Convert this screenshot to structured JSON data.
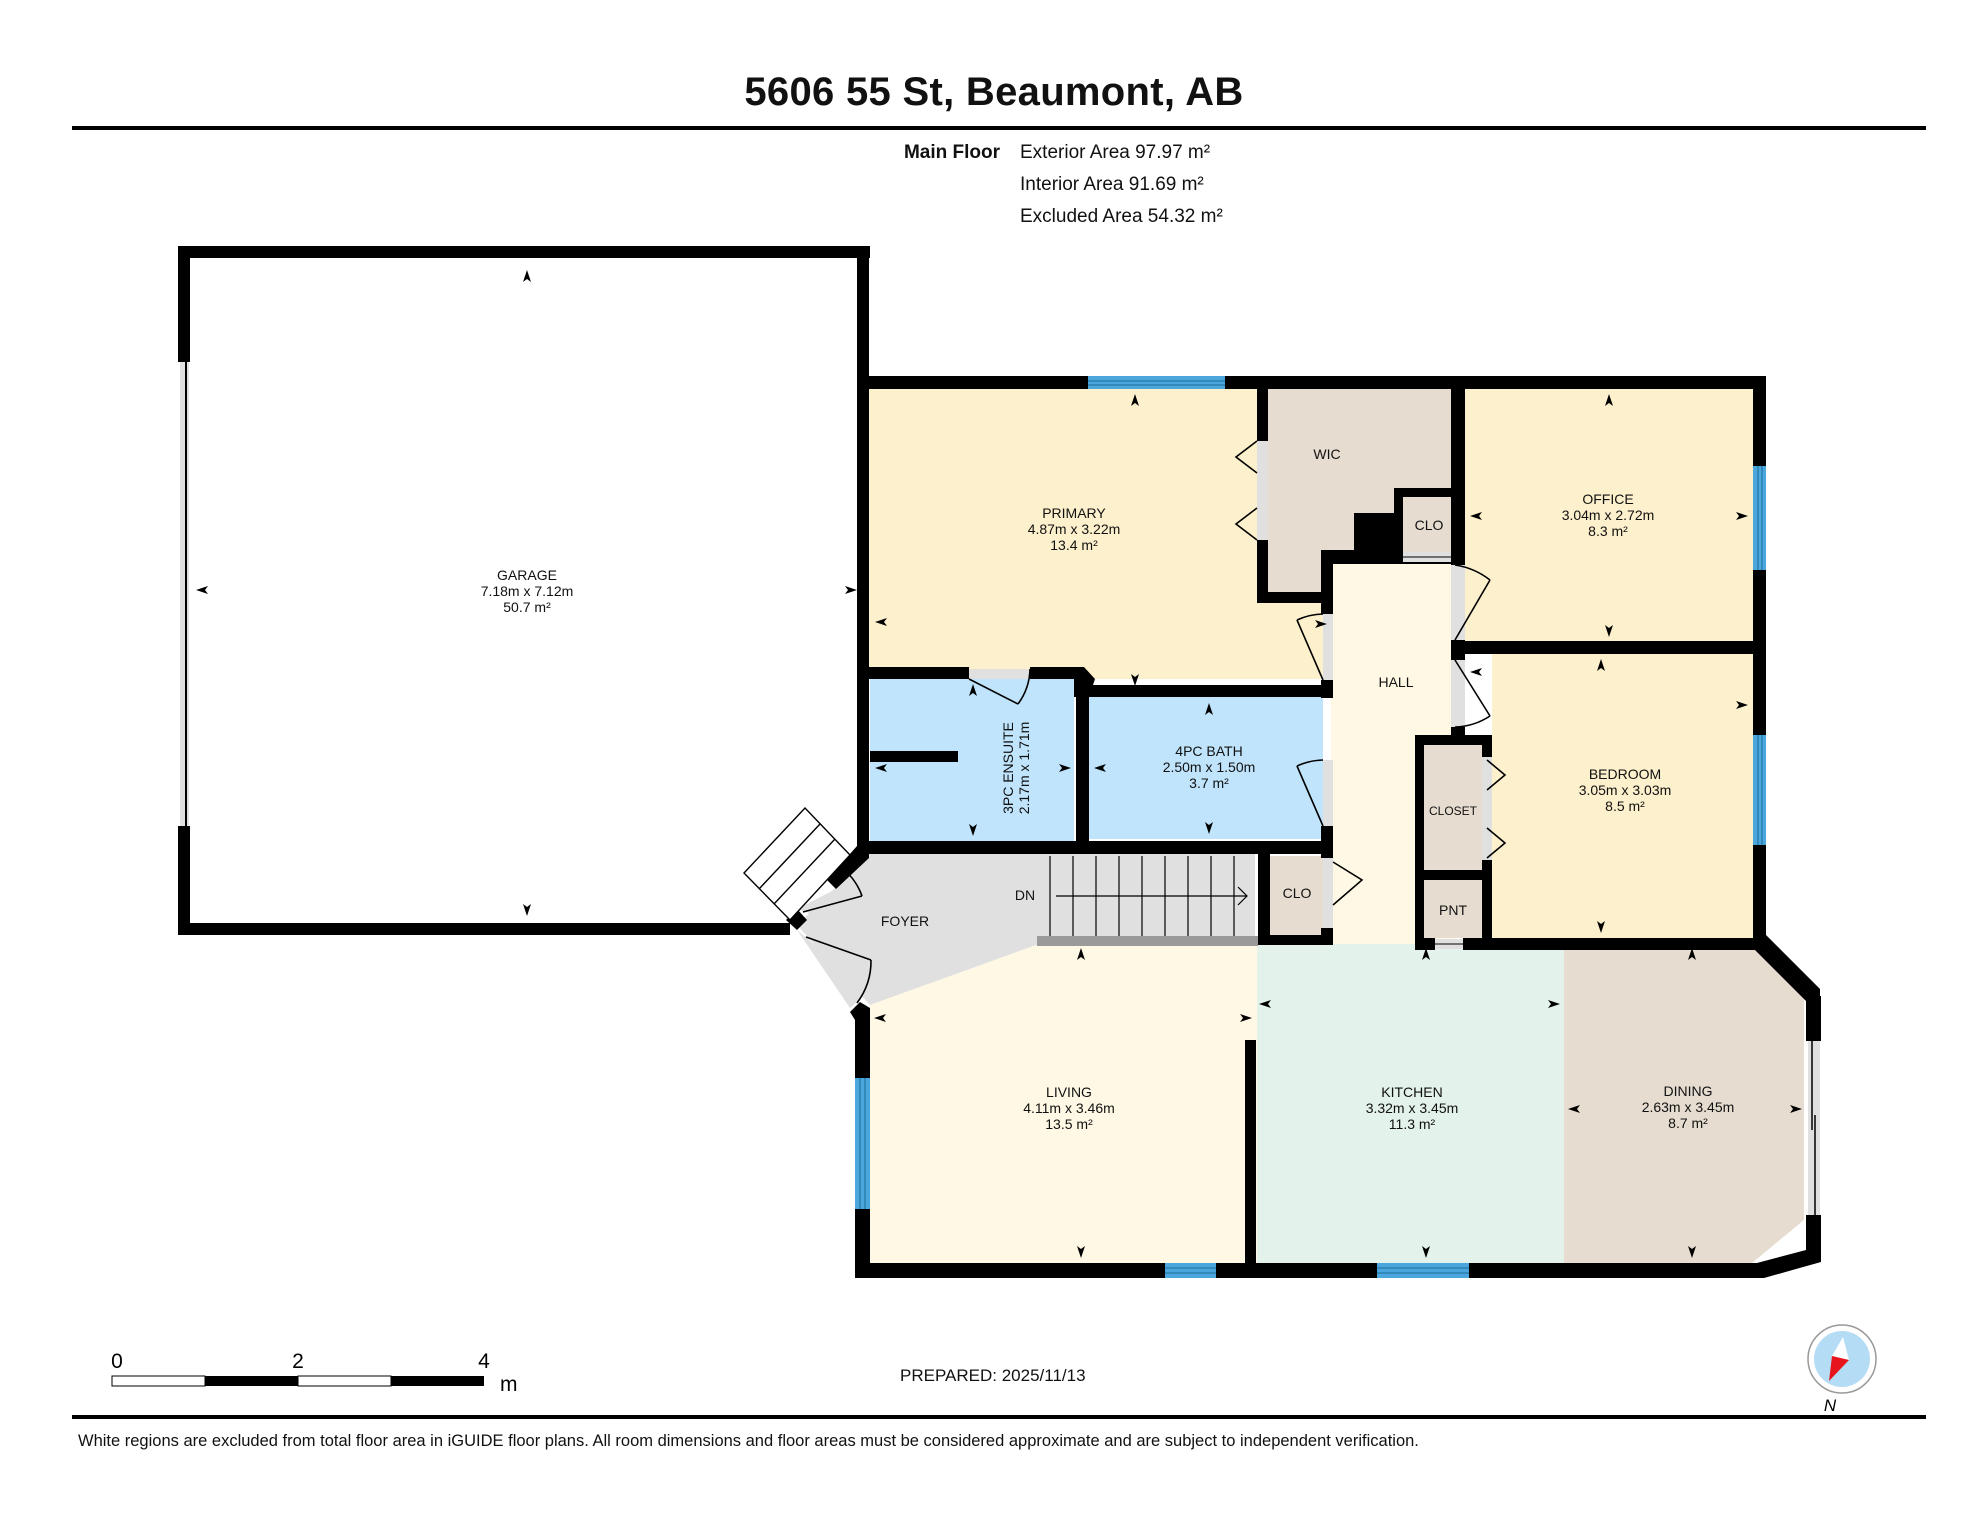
{
  "header": {
    "title": "5606 55 St, Beaumont, AB",
    "floor_name": "Main Floor",
    "areas": [
      {
        "label": "Exterior Area",
        "value": "97.97",
        "unit": "m²",
        "text": "Exterior Area 97.97 m²"
      },
      {
        "label": "Interior Area",
        "value": "91.69",
        "unit": "m²",
        "text": "Interior Area 91.69 m²"
      },
      {
        "label": "Excluded Area",
        "value": "54.32",
        "unit": "m²",
        "text": "Excluded Area 54.32 m²"
      }
    ]
  },
  "rooms": {
    "garage": {
      "name": "GARAGE",
      "dims": "7.18m x 7.12m",
      "area": "50.7 m²"
    },
    "primary": {
      "name": "PRIMARY",
      "dims": "4.87m x 3.22m",
      "area": "13.4 m²"
    },
    "wic": {
      "name": "WIC"
    },
    "clo_wic": {
      "name": "CLO"
    },
    "office": {
      "name": "OFFICE",
      "dims": "3.04m x 2.72m",
      "area": "8.3 m²"
    },
    "hall": {
      "name": "HALL"
    },
    "ensuite": {
      "name": "3PC ENSUITE",
      "dims": "2.17m x 1.71m"
    },
    "bath": {
      "name": "4PC BATH",
      "dims": "2.50m x 1.50m",
      "area": "3.7 m²"
    },
    "closet": {
      "name": "CLOSET"
    },
    "bedroom": {
      "name": "BEDROOM",
      "dims": "3.05m x 3.03m",
      "area": "8.5 m²"
    },
    "pnt": {
      "name": "PNT"
    },
    "foyer": {
      "name": "FOYER"
    },
    "stairs": {
      "label": "DN"
    },
    "clo_stairs": {
      "name": "CLO"
    },
    "living": {
      "name": "LIVING",
      "dims": "4.11m x 3.46m",
      "area": "13.5 m²"
    },
    "kitchen": {
      "name": "KITCHEN",
      "dims": "3.32m x 3.45m",
      "area": "11.3 m²"
    },
    "dining": {
      "name": "DINING",
      "dims": "2.63m x 3.45m",
      "area": "8.7 m²"
    }
  },
  "scale_bar": {
    "ticks": [
      "0",
      "2",
      "4"
    ],
    "unit": "m"
  },
  "prepared": "PREPARED: 2025/11/13",
  "compass": {
    "label": "N"
  },
  "footer": "White regions are excluded from total floor area in iGUIDE floor plans. All room dimensions and floor areas must be considered approximate and are subject to independent verification.",
  "colors": {
    "wall": "#000000",
    "window": "#4aa6dc",
    "bedroom_fill": "#fdf0cc",
    "hall_fill": "#fef8e4",
    "bath_fill": "#bfe4fb",
    "closet_fill": "#e6ddd0",
    "kitchen_fill": "#e3f2ea",
    "foyer_fill": "#e0e0e0",
    "compass_red": "#e8141c",
    "compass_blue": "#b5dcf5"
  }
}
